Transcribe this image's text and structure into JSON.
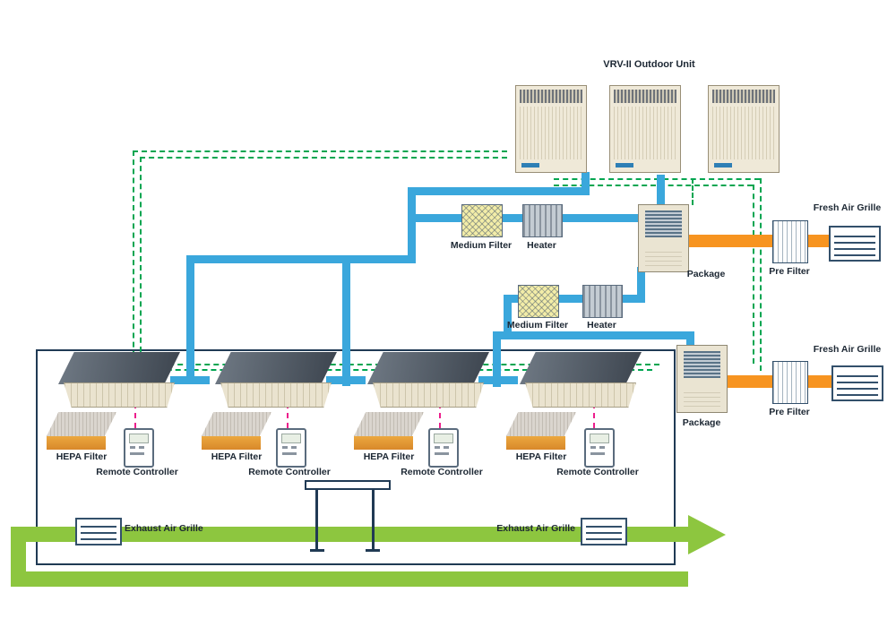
{
  "labels": {
    "outdoor_unit": "VRV-II Outdoor Unit",
    "medium_filter": "Medium Filter",
    "heater": "Heater",
    "package": "Package",
    "fresh_air_grille": "Fresh Air Grille",
    "pre_filter": "Pre Filter",
    "hepa_filter": "HEPA Filter",
    "remote_controller": "Remote Controller",
    "exhaust_air_grille": "Exhaust Air Grille"
  },
  "colors": {
    "refrigerant_pipe_blue": "#3AA7DC",
    "communication_line_green": "#00A550",
    "fresh_air_duct_orange": "#F79420",
    "exhaust_duct_green": "#8DC63F",
    "remote_controller_line_pink": "#EC1E8C",
    "outline_navy": "#203A54"
  },
  "components": {
    "outdoor_units": 3,
    "indoor_ceiling_units": 4,
    "package_units": 2,
    "medium_filter_heater_sets": 2,
    "hepa_filters": 4,
    "remote_controllers": 4,
    "fresh_air_grilles": 2,
    "pre_filters": 2,
    "exhaust_air_grilles": 2
  }
}
